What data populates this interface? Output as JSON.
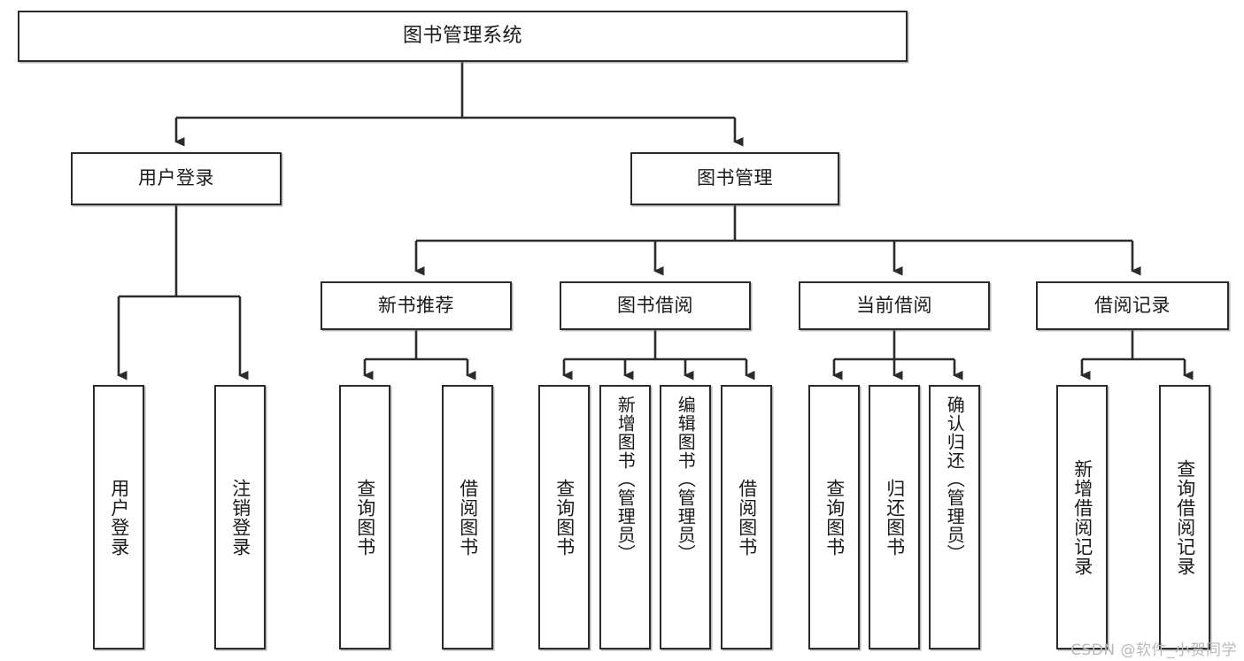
{
  "diagram": {
    "title": "图书管理系统",
    "type": "tree-hierarchy",
    "stroke_color": "#2b2b2b",
    "fill_color": "#ffffff",
    "text_color": "#1a1a1a"
  },
  "root": {
    "label": "图书管理系统"
  },
  "level1": [
    {
      "label": "用户登录"
    },
    {
      "label": "图书管理"
    }
  ],
  "level2": [
    {
      "label": "新书推荐"
    },
    {
      "label": "图书借阅"
    },
    {
      "label": "当前借阅"
    },
    {
      "label": "借阅记录"
    }
  ],
  "leaves": {
    "user_login": [
      {
        "label": "用户登录"
      },
      {
        "label": "注销登录"
      }
    ],
    "new_book_recommend": [
      {
        "label": "查询图书"
      },
      {
        "label": "借阅图书"
      }
    ],
    "book_borrow": [
      {
        "label": "查询图书"
      },
      {
        "label": "新增图书（管理员）"
      },
      {
        "label": "编辑图书（管理员）"
      },
      {
        "label": "借阅图书"
      }
    ],
    "current_borrow": [
      {
        "label": "查询图书"
      },
      {
        "label": "归还图书"
      },
      {
        "label": "确认归还（管理员）"
      }
    ],
    "borrow_record": [
      {
        "label": "新增借阅记录"
      },
      {
        "label": "查询借阅记录"
      }
    ]
  },
  "watermark": {
    "text": "CSDN @软件_小贺同学"
  }
}
